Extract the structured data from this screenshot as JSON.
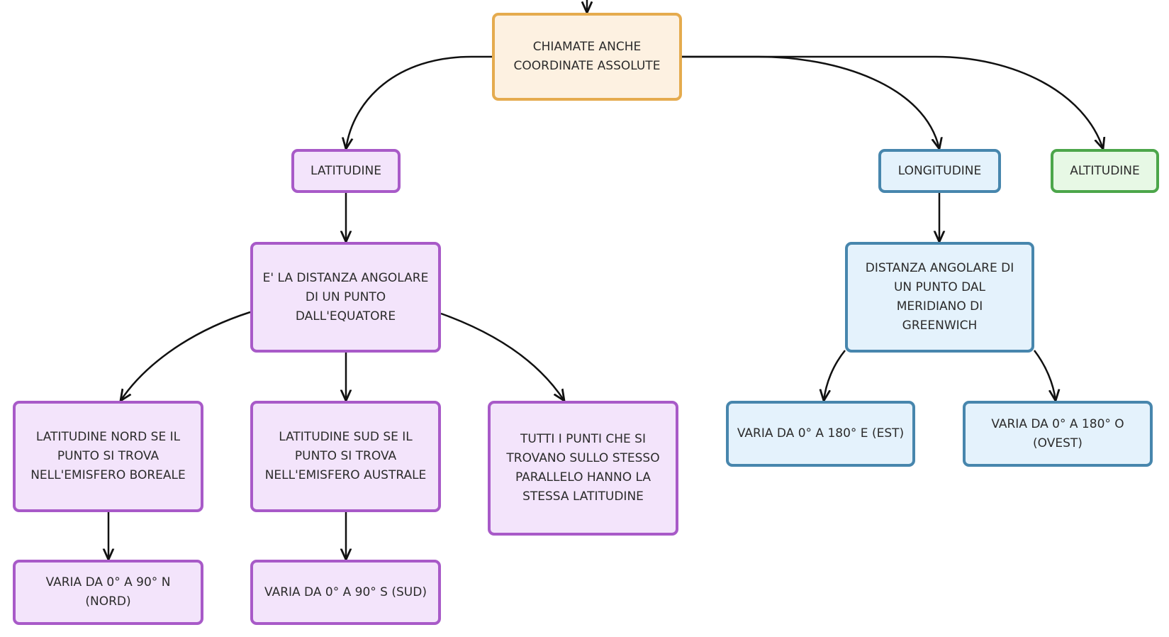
{
  "nodes": {
    "root": {
      "label": "CHIAMATE ANCHE\nCOORDINATE ASSOLUTE"
    },
    "latitudine": {
      "label": "LATITUDINE"
    },
    "longitudine": {
      "label": "LONGITUDINE"
    },
    "altitudine": {
      "label": "ALTITUDINE"
    },
    "lat_def": {
      "label": "E' LA DISTANZA ANGOLARE\nDI UN PUNTO\nDALL'EQUATORE"
    },
    "lon_def": {
      "label": "DISTANZA ANGOLARE DI\nUN PUNTO DAL\nMERIDIANO DI\nGREENWICH"
    },
    "lat_nord": {
      "label": "LATITUDINE NORD SE IL\nPUNTO SI TROVA\nNELL'EMISFERO BOREALE"
    },
    "lat_sud": {
      "label": "LATITUDINE SUD SE IL\nPUNTO SI TROVA\nNELL'EMISFERO AUSTRALE"
    },
    "parallelo": {
      "label": "TUTTI I PUNTI CHE SI\nTROVANO SULLO STESSO\nPARALLELO HANNO LA\nSTESSA LATITUDINE"
    },
    "lon_est": {
      "label": "VARIA DA 0° A 180° E (EST)"
    },
    "lon_ovest": {
      "label": "VARIA DA 0° A 180° O\n(OVEST)"
    },
    "varia_nord": {
      "label": "VARIA DA 0° A 90° N\n(NORD)"
    },
    "varia_sud": {
      "label": "VARIA DA 0° A 90° S (SUD)"
    }
  },
  "edges": [
    [
      "incoming",
      "root"
    ],
    [
      "root",
      "latitudine"
    ],
    [
      "root",
      "longitudine"
    ],
    [
      "root",
      "altitudine"
    ],
    [
      "latitudine",
      "lat_def"
    ],
    [
      "longitudine",
      "lon_def"
    ],
    [
      "lat_def",
      "lat_nord"
    ],
    [
      "lat_def",
      "lat_sud"
    ],
    [
      "lat_def",
      "parallelo"
    ],
    [
      "lon_def",
      "lon_est"
    ],
    [
      "lon_def",
      "lon_ovest"
    ],
    [
      "lat_nord",
      "varia_nord"
    ],
    [
      "lat_sud",
      "varia_sud"
    ]
  ],
  "colors": {
    "root": "#e5ab4e",
    "latitude_branch": "#a85ac8",
    "longitude_branch": "#4786ad",
    "altitude": "#4ca64a",
    "connector": "#111111"
  }
}
